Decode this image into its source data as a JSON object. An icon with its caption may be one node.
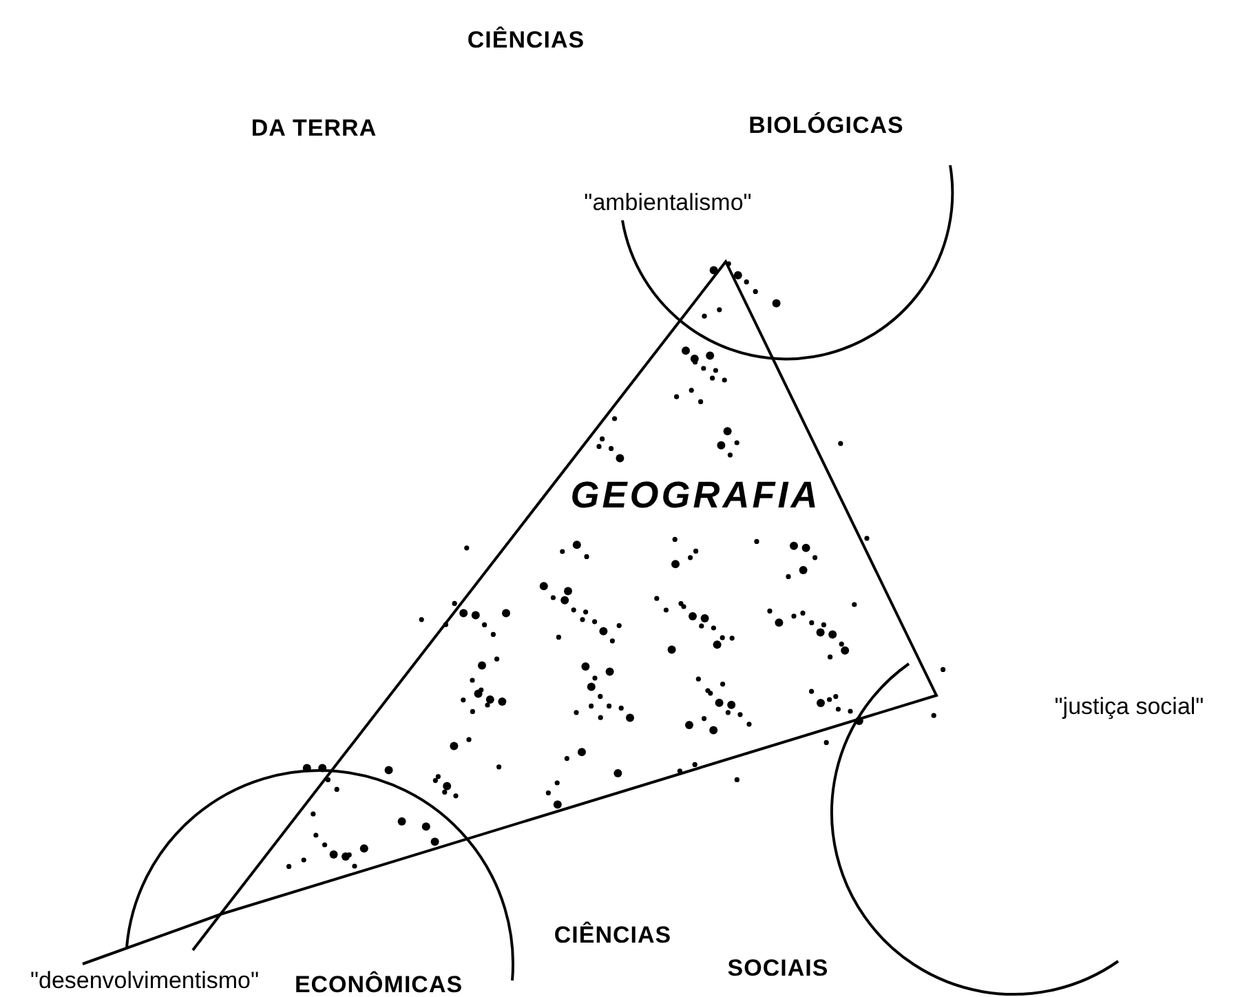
{
  "diagram": {
    "nodes": [
      {
        "text": [
          "GEOGRAFIA"
        ]
      }
    ],
    "labels": [
      "CIÊNCIAS",
      "DA TERRA",
      "BIOLÓGICAS",
      "\"ambientalismo\"",
      "\"justiça social\"",
      "\"desenvolvimentismo\"",
      "CIÊNCIAS",
      "ECONÔMICAS",
      "SOCIAIS"
    ]
  }
}
